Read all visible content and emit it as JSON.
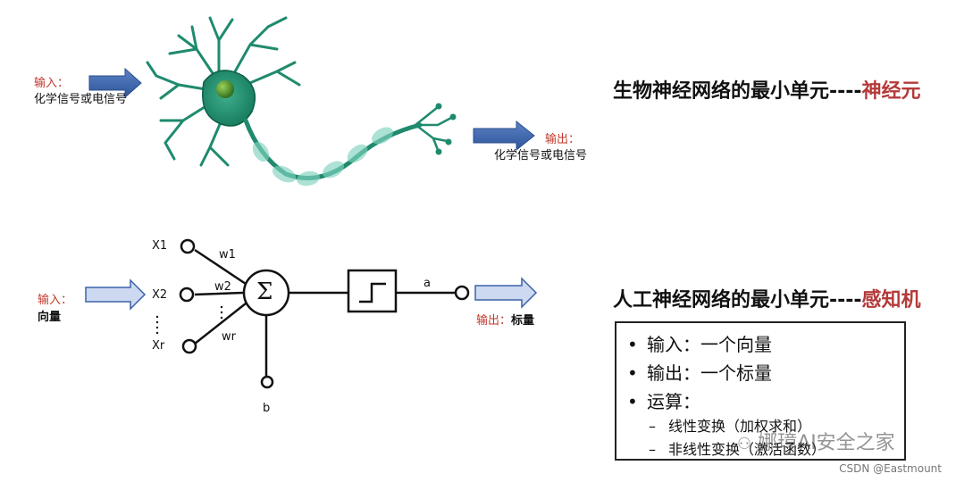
{
  "bio": {
    "input_label": "输入：",
    "input_desc": "化学信号或电信号",
    "output_label": "输出：",
    "output_desc": "化学信号或电信号",
    "title_main": "生物神经网络的最小单元----",
    "title_accent": "神经元"
  },
  "artificial": {
    "input_label": "输入：",
    "input_desc": "向量",
    "output_label": "输出：",
    "output_desc": "标量",
    "x1": "X1",
    "x2": "X2",
    "xr": "Xr",
    "w1": "w1",
    "w2": "w2",
    "wr": "wr",
    "b": "b",
    "a": "a",
    "sigma": "Σ",
    "title_main": "人工神经网络的最小单元----",
    "title_accent": "感知机"
  },
  "summary": {
    "items": [
      "输入：一个向量",
      "输出：一个标量",
      "运算："
    ],
    "subitems": [
      "线性变换（加权求和）",
      "非线性变换（激活函数）"
    ]
  },
  "watermark": "娜璋AI安全之家",
  "credit": "CSDN @Eastmount",
  "colors": {
    "accent": "#b43a3a",
    "neuron": "#1f8a6e",
    "arrow": "#3b63a8"
  }
}
